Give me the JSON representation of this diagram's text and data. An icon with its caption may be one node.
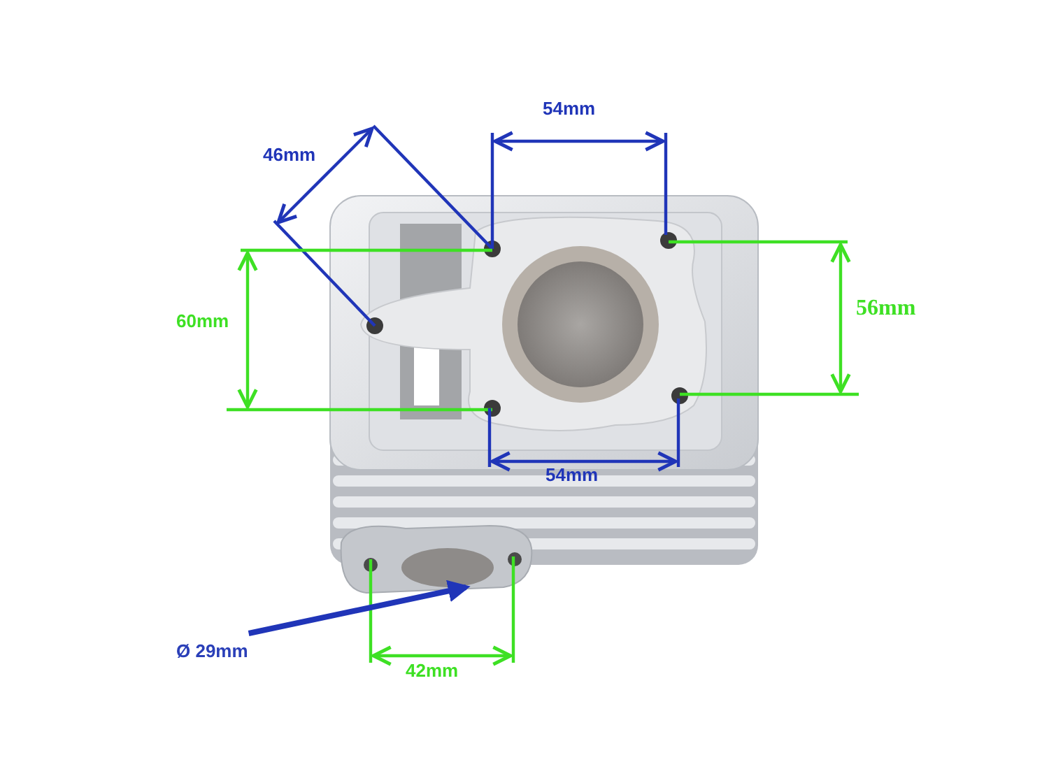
{
  "diagram": {
    "nodes": [
      {
        "text": [
          "Ø 29mm"
        ]
      },
      {
        "text": [],
        "shape": "circle"
      }
    ],
    "edges": [
      {
        "from": 0,
        "to": 1,
        "arrow": "to"
      }
    ],
    "labels": [
      "54mm",
      "46mm",
      "56mm",
      "60mm",
      "54mm",
      "42mm"
    ]
  }
}
